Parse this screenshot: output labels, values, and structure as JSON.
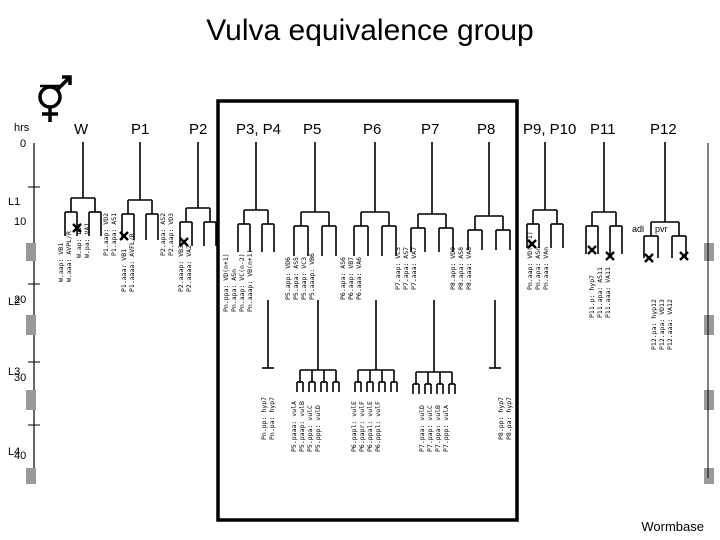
{
  "title": "Vulva equivalence group",
  "credit": "Wormbase",
  "axis": {
    "unit_label": "hrs",
    "ticks": [
      "0",
      "10",
      "20",
      "30",
      "40"
    ],
    "stages": [
      "L1",
      "L2",
      "L3",
      "L4"
    ]
  },
  "lineages": [
    "W",
    "P1",
    "P2",
    "P3, P4",
    "P5",
    "P6",
    "P7",
    "P8",
    "P9, P10",
    "P11",
    "P12"
  ],
  "highlight_group": "P3–P8",
  "annotations": {
    "adl": "adl",
    "pvr": "pvr"
  },
  "fates": {
    "W": [
      "W.aap: VB1",
      "W.aaa: AVPL/R",
      "W.ap: DD1",
      "W.pa: VA1"
    ],
    "P1": [
      "P1.aap: VD2",
      "P1.apa: AS1",
      "P1.aaa: VB1",
      "P1.aaaa: AVFL/R"
    ],
    "P2": [
      "P2.apa: AS2",
      "P2.aap: VD3",
      "P2.aaap: VB3",
      "P2.aaaa: VA2"
    ],
    "P34": [
      "Pn.ppa: VD(n+1)",
      "Pn.apa: ASn",
      "Pn.aap: VC(n-2)",
      "Pn.aaap: VB(n+1)"
    ],
    "P5": [
      "P5.app: VD6",
      "P5.apa: AS5",
      "P5.aap: VC3",
      "P5.aaap: VB6"
    ],
    "P6": [
      "P6.apa: AS6",
      "P6.aap: VB7",
      "P6.aaa: VA6"
    ],
    "P7": [
      "P7.aap: VC5",
      "P7.apa: AS7",
      "P7.aaa: VA7"
    ],
    "P8": [
      "P8.app: VD9",
      "P8.apa: AS8",
      "P8.aaa: VA8"
    ],
    "P910": [
      "Pn.aap: VD(n+1)",
      "Pn.apa: ASn",
      "Pn.aaa: VAn"
    ],
    "P11": [
      "P11.p: hyp7",
      "P11.apa: AS11",
      "P11.aaa: VA11"
    ],
    "P12": [
      "P12.pa: hyp12",
      "P12.apa: VD13",
      "P12.aaa: VA12"
    ],
    "vulva_a": [
      "Pn.pp: hyp7",
      "Pn.pa: hyp7"
    ],
    "vulva_b": [
      "P5.paaa: vulA",
      "P5.paap: vulB",
      "P5.ppa: vulC",
      "P5.ppp: vulD"
    ],
    "vulva_c": [
      "P6.papl: vulE",
      "P6.papr: vulF",
      "P6.ppal: vulE",
      "P6.pppl: vulF"
    ],
    "vulva_d": [
      "P7.paa: vulD",
      "P7.pap: vulC",
      "P7.ppa: vulB",
      "P7.ppp: vulA"
    ],
    "vulva_e": [
      "P8.pp: hyp7",
      "P8.pa: hyp7"
    ]
  }
}
